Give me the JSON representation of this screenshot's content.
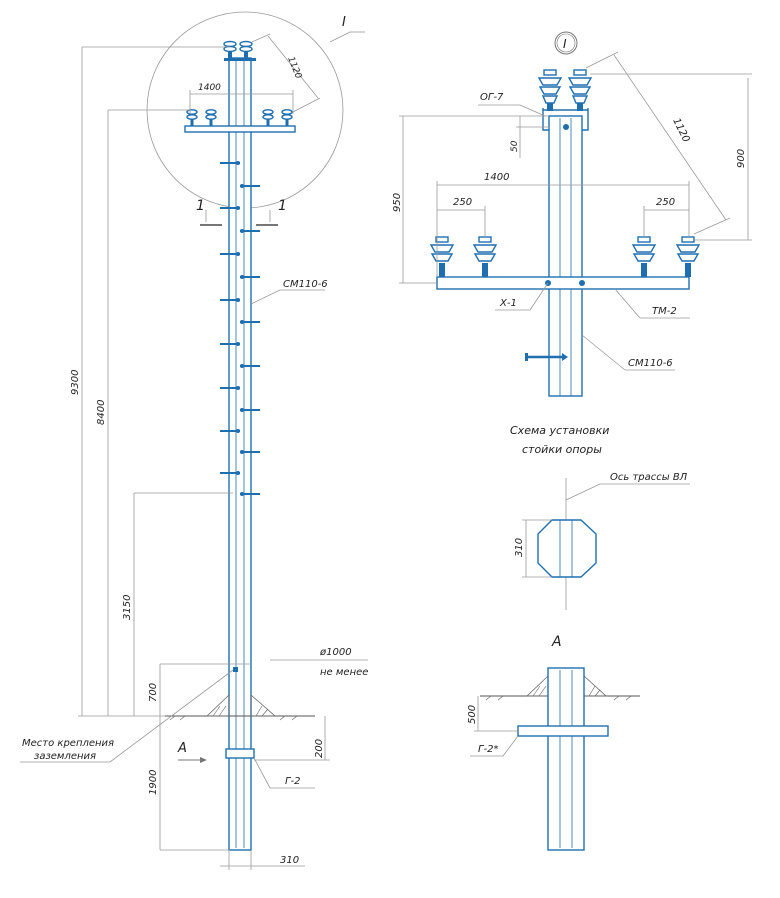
{
  "labels": {
    "detail_mark": "I",
    "section_mark_left": "1",
    "section_mark_right": "1",
    "pole_type": "СМ110-6",
    "grounding_place_line1": "Место крепления",
    "grounding_place_line2": "заземления",
    "view_a": "А",
    "crossbar_g2": "Г-2",
    "diameter": "ø1000",
    "not_less": "не менее",
    "og7": "ОГ-7",
    "x1": "Х-1",
    "tm2": "ТМ-2",
    "pole_type_detail": "СМ110-6",
    "scheme_line1": "Схема установки",
    "scheme_line2": "стойки опоры",
    "route_axis": "Ось трассы ВЛ",
    "view_a_title": "А",
    "g2_star": "Г-2*"
  },
  "dims": {
    "d9300": "9300",
    "d8400": "8400",
    "d3150": "3150",
    "d700": "700",
    "d1900": "1900",
    "d200": "200",
    "d310_bottom": "310",
    "d1400_top": "1400",
    "d1120_top": "1120",
    "d1400_detail": "1400",
    "d250_left": "250",
    "d250_right": "250",
    "d950": "950",
    "d50": "50",
    "d900": "900",
    "d1120_detail": "1120",
    "d310_section": "310",
    "d500": "500"
  },
  "colors": {
    "pole": "#1f6fb0",
    "dimension": "#9a9a9a",
    "text": "#222222"
  }
}
